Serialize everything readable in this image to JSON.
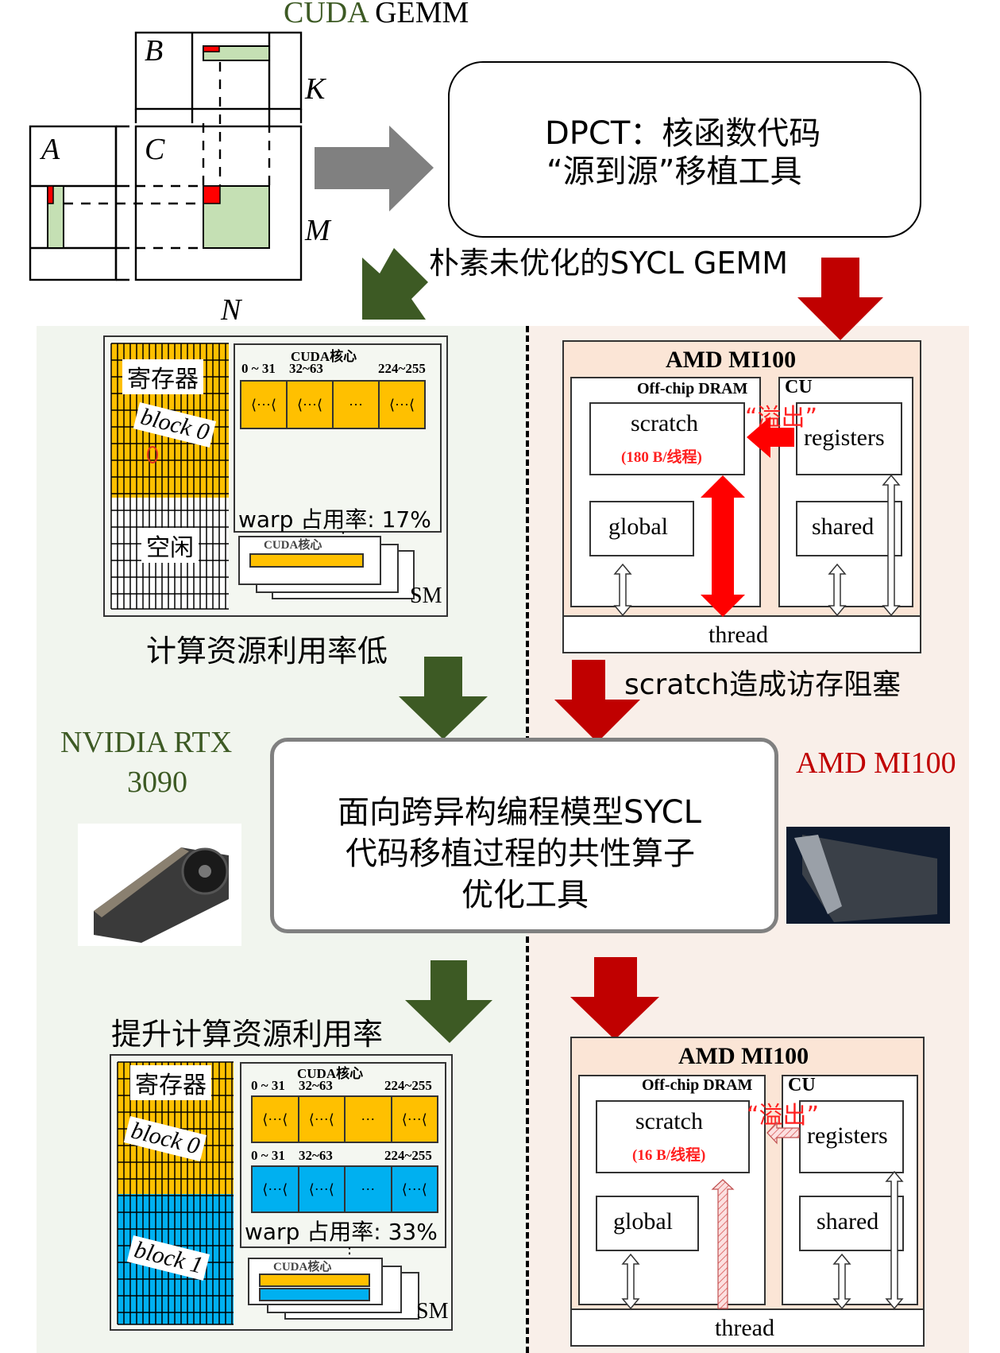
{
  "title": {
    "prefix": "CUDA",
    "suffix": "GEMM"
  },
  "gemm": {
    "matrix_a": "A",
    "matrix_b": "B",
    "matrix_c": "C",
    "dim_k": "K",
    "dim_m": "M",
    "dim_n": "N"
  },
  "dpct_box": {
    "line1": "DPCT：核函数代码",
    "line2": "“源到源”移植工具"
  },
  "naive_label": "朴素未优化的SYCL GEMM",
  "nvidia_top": {
    "register_label": "寄存器",
    "block0": "block 0",
    "idle_label": "空闲",
    "cores_title": "CUDA核心",
    "ranges": [
      "0 ~ 31",
      "32~63",
      "224~255"
    ],
    "ellipsis": "…",
    "warp_occupancy": "warp 占用率: 17%",
    "sm_cores_title": "CUDA核心",
    "sm_label": "SM",
    "caption": "计算资源利用率低"
  },
  "amd_top": {
    "title": "AMD MI100",
    "dram_label": "Off-chip DRAM",
    "cu_label": "CU",
    "spill_label": "“溢出”",
    "scratch": "scratch",
    "scratch_size": "(180 B/线程)",
    "registers": "registers",
    "global": "global",
    "shared": "shared",
    "thread": "thread",
    "caption": "scratch造成访存阻塞"
  },
  "nvidia_device": {
    "name_line1": "NVIDIA RTX",
    "name_line2": "3090",
    "image_alt": "RTX 3090 card"
  },
  "amd_device": {
    "name": "AMD MI100",
    "image_alt": "AMD Instinct card"
  },
  "center_box": {
    "line1": "面向跨异构编程模型SYCL",
    "line2": "代码移植过程的共性算子",
    "line3": "优化工具"
  },
  "nvidia_bottom": {
    "caption": "提升计算资源利用率",
    "register_label": "寄存器",
    "block0": "block 0",
    "block1": "block 1",
    "cores_title": "CUDA核心",
    "ranges": [
      "0 ~ 31",
      "32~63",
      "224~255"
    ],
    "ranges2": [
      "0 ~ 31",
      "32~63",
      "224~255"
    ],
    "ellipsis": "…",
    "warp_occupancy": "warp 占用率: 33%",
    "sm_cores_title": "CUDA核心",
    "sm_label": "SM"
  },
  "amd_bottom": {
    "title": "AMD MI100",
    "dram_label": "Off-chip DRAM",
    "cu_label": "CU",
    "spill_label": "“溢出”",
    "scratch": "scratch",
    "scratch_size": "(16 B/线程)",
    "registers": "registers",
    "global": "global",
    "shared": "shared",
    "thread": "thread"
  },
  "colors": {
    "green_dark": "#3d5a24",
    "red_dark": "#c00000",
    "red_bright": "#ff0000",
    "gray_arrow": "#808080",
    "orange_cell": "#ffc000",
    "blue_cell": "#00b0f0",
    "light_green": "#c5e0b4",
    "amd_peach": "#fbe5d6"
  }
}
